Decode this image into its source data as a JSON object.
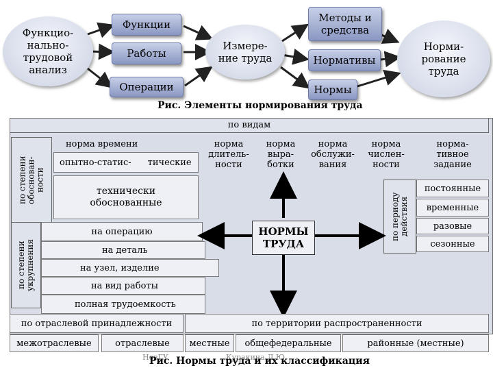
{
  "top": {
    "left_ellipse": "Функцио-\nнально-\nтрудовой\nанализ",
    "functions": "Функции",
    "works": "Работы",
    "operations": "Операции",
    "measurement": "Измере-\nние труда",
    "methods": "Методы и\nсредства",
    "normatives": "Нормативы",
    "norms": "Нормы",
    "right_ellipse": "Норми-\nрование\nтруда",
    "caption": "Рис.  Элементы нормирования труда"
  },
  "bottom": {
    "by_type": "по видам",
    "norm_time": "норма времени",
    "experimental": "опытно-статис-",
    "technical_suffix": "тические",
    "tech_justified": "технически\nобоснованные",
    "norm_duration": "норма\nдлитель-\nности",
    "norm_output": "норма\nвыра-\nботки",
    "norm_service": "норма\nобслужи-\nвания",
    "norm_headcount": "норма\nчислен-\nности",
    "normative_task": "норма-\nтивное\nзадание",
    "by_justification": "по степени\nобоснован-\nности",
    "by_enlargement": "по степени\nукрупнения",
    "by_validity": "по периоду\nдействия",
    "constant": "постоянные",
    "temporary": "временные",
    "one_time": "разовые",
    "seasonal": "сезонные",
    "per_operation": "на операцию",
    "per_part": "на деталь",
    "per_unit": "на узел, изделие",
    "per_work_type": "на вид работы",
    "full_labor": "полная трудоемкость",
    "center": "НОРМЫ\nТРУДА",
    "by_industry": "по отраслевой принадлежности",
    "by_territory": "по территории распространенности",
    "intersectoral": "межотраслевые",
    "sectoral": "отраслевые",
    "local": "местные",
    "federal": "общефедеральные",
    "regional": "районные (местные)",
    "caption": "Рис. Нормы труда и их классификация",
    "watermark_left": "НовГУ",
    "watermark_right": "Куракина Л.Ю."
  }
}
